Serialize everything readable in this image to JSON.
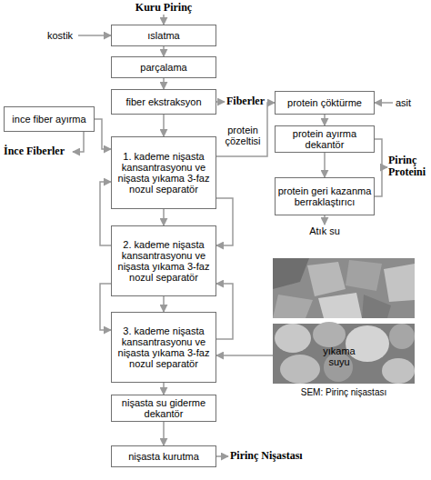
{
  "diagram": {
    "nodes": [
      {
        "text": [
          "ıslatma"
        ]
      },
      {
        "text": [
          "parçalama"
        ]
      },
      {
        "text": [
          "fiber ekstraksyon"
        ]
      },
      {
        "text": [
          "protein çöktürme"
        ]
      },
      {
        "text": [
          "ince fiber ayırma"
        ]
      },
      {
        "text": [
          "1. kademe nişasta kansantrasyonu ve nişasta yıkama 3-faz nozul separatör"
        ]
      },
      {
        "text": [
          "protein ayırma dekantör"
        ]
      },
      {
        "text": [
          "protein geri kazanma berraklaştırıcı"
        ]
      },
      {
        "text": [
          "2. kademe nişasta kansantrasyonu ve nişasta yıkama 3-faz nozul separatör"
        ]
      },
      {
        "text": [
          "3. kademe nişasta kansantrasyonu ve nişasta yıkama 3-faz nozul separatör"
        ]
      },
      {
        "text": [
          "nişasta su giderme dekantör"
        ]
      },
      {
        "text": [
          "nişasta kurutma"
        ]
      }
    ],
    "edges": [
      {
        "from": 0,
        "to": 1,
        "arrow": "to"
      },
      {
        "from": 1,
        "to": 2,
        "arrow": "to"
      },
      {
        "from": 2,
        "to": 5,
        "arrow": "to"
      },
      {
        "from": 4,
        "to": 5,
        "arrow": "to"
      },
      {
        "from": 5,
        "to": 3,
        "label": "protein çözeltisi",
        "arrow": "to"
      },
      {
        "from": 3,
        "to": 6,
        "arrow": "to"
      },
      {
        "from": 6,
        "to": 7,
        "arrow": "to"
      },
      {
        "from": 5,
        "to": 8,
        "arrow": "to"
      },
      {
        "from": 5,
        "to": 8,
        "arrow": "to"
      },
      {
        "from": 8,
        "to": 5,
        "arrow": "to"
      },
      {
        "from": 8,
        "to": 9,
        "arrow": "to"
      },
      {
        "from": 8,
        "to": 9,
        "arrow": "to"
      },
      {
        "from": 9,
        "to": 8,
        "arrow": "to"
      },
      {
        "from": 9,
        "to": 10,
        "arrow": "to"
      },
      {
        "from": 10,
        "to": 11,
        "arrow": "to"
      }
    ],
    "labels": [
      "Kuru Pirinç",
      "kostik",
      "Fiberler",
      "İnce Fiberler",
      "asit",
      "Pirinç Proteini",
      "Atık su",
      "yıkama suyu",
      "Pirinç Nişastası",
      "SEM: Pirinç nişastası"
    ]
  }
}
